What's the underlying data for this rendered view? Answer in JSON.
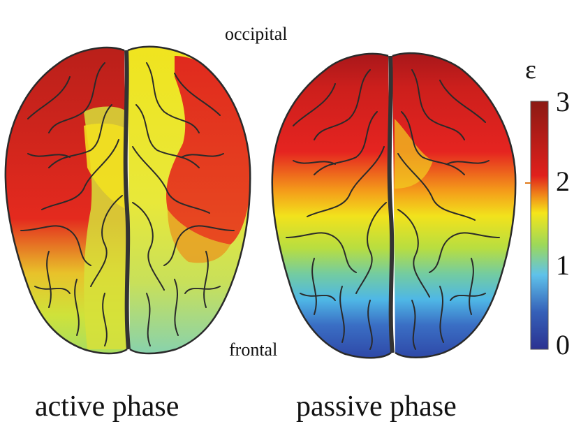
{
  "labels": {
    "top": "occipital",
    "bottom": "frontal"
  },
  "panels": [
    {
      "id": "active",
      "caption": "active phase",
      "colors": {
        "left_top": "#c0201a",
        "left_bottom": "#cfe23a",
        "right_upper_yellow": "#f0e41e",
        "right_red": "#e52420",
        "right_bottom": "#7fd0b8"
      }
    },
    {
      "id": "passive",
      "caption": "passive phase",
      "colors": {
        "top": "#a8161a",
        "middle": "#f2e21c",
        "lower": "#4fb7e6",
        "bottom": "#2a3a9c"
      }
    }
  ],
  "colorbar": {
    "symbol": "ε",
    "ticks": [
      "3",
      "2",
      "1",
      "0"
    ],
    "range": [
      0,
      3
    ],
    "colors": [
      "#8b1a14",
      "#e0201c",
      "#f5e51a",
      "#5fc2ea",
      "#2b3291"
    ]
  }
}
